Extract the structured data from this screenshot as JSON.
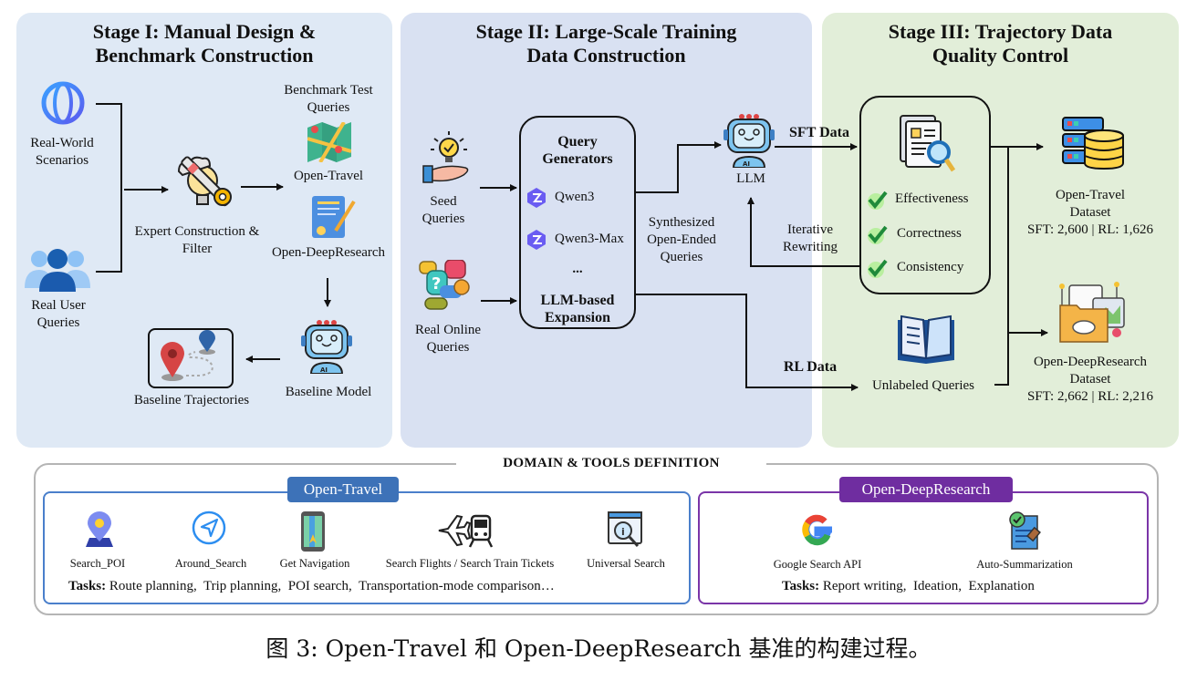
{
  "stage1": {
    "title_line1": "Stage I: Manual Design &",
    "title_line2": "Benchmark Construction",
    "real_world_line1": "Real-World",
    "real_world_line2": "Scenarios",
    "real_user_line1": "Real User",
    "real_user_line2": "Queries",
    "expert_line1": "Expert Construction &",
    "expert_line2": "Filter",
    "benchmark_line1": "Benchmark Test",
    "benchmark_line2": "Queries",
    "open_travel": "Open-Travel",
    "open_deepresearch": "Open-DeepResearch",
    "baseline_model": "Baseline Model",
    "baseline_trajectories": "Baseline Trajectories"
  },
  "stage2": {
    "title_line1": "Stage II: Large-Scale Training",
    "title_line2": "Data Construction",
    "seed_line1": "Seed",
    "seed_line2": "Queries",
    "online_line1": "Real Online",
    "online_line2": "Queries",
    "generators_line1": "Query",
    "generators_line2": "Generators",
    "models": [
      "Qwen3",
      "Qwen3-Max"
    ],
    "ellipsis": "...",
    "expansion_line1": "LLM-based",
    "expansion_line2": "Expansion",
    "synth_line1": "Synthesized",
    "synth_line2": "Open-Ended",
    "synth_line3": "Queries",
    "llm": "LLM",
    "sft_data": "SFT Data",
    "rl_data": "RL Data",
    "iter_line1": "Iterative",
    "iter_line2": "Rewriting"
  },
  "stage3": {
    "title_line1": "Stage III: Trajectory Data",
    "title_line2": "Quality Control",
    "checks": [
      "Effectiveness",
      "Correctness",
      "Consistency"
    ],
    "unlabeled": "Unlabeled Queries",
    "travel_ds_line1": "Open-Travel",
    "travel_ds_line2": "Dataset",
    "travel_ds_stats": "SFT: 2,600 | RL: 1,626",
    "deep_ds_line1": "Open-DeepResearch",
    "deep_ds_line2": "Dataset",
    "deep_ds_stats": "SFT: 2,662 | RL: 2,216"
  },
  "domain": {
    "title": "DOMAIN & TOOLS DEFINITION",
    "travel": {
      "tag": "Open-Travel",
      "tools": [
        "Search_POI",
        "Around_Search",
        "Get Navigation",
        "Search Flights / Search Train Tickets",
        "Universal Search"
      ],
      "tasks_label": "Tasks:",
      "tasks": "Route planning,  Trip planning,  POI search,  Transportation-mode comparison…"
    },
    "deep": {
      "tag": "Open-DeepResearch",
      "tools": [
        "Google Search API",
        "Auto-Summarization"
      ],
      "tasks_label": "Tasks:",
      "tasks": "Report writing,  Ideation,  Explanation"
    }
  },
  "colors": {
    "stage1_bg": "#dfe9f5",
    "stage2_bg": "#d9e1f2",
    "stage3_bg": "#e2eed9",
    "travel_accent": "#3d72b8",
    "deep_accent": "#6f2da0"
  },
  "caption": "图 3: Open-Travel 和 Open-DeepResearch 基准的构建过程。"
}
